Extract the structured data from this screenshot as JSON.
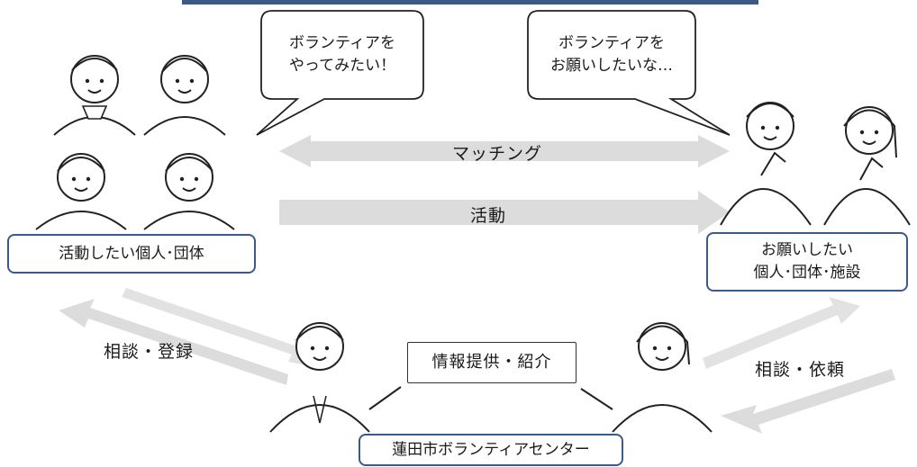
{
  "bubbles": {
    "left": {
      "line1": "ボランティアを",
      "line2": "やってみたい！"
    },
    "right": {
      "line1": "ボランティアを",
      "line2": "お願いしたいな…"
    }
  },
  "groups": {
    "volunteers": "活動したい個人･団体",
    "requesters": {
      "line1": "お願いしたい",
      "line2": "個人･団体･施設"
    },
    "center": "蓮田市ボランティアセンター"
  },
  "arrows": {
    "matching": "マッチング",
    "activity": "活動",
    "consult_register": "相談・登録",
    "consult_request": "相談・依頼",
    "info": "情報提供・紹介"
  },
  "colors": {
    "arrow": "#dcdcdc",
    "accent": "#3b5a86",
    "line": "#222222"
  }
}
